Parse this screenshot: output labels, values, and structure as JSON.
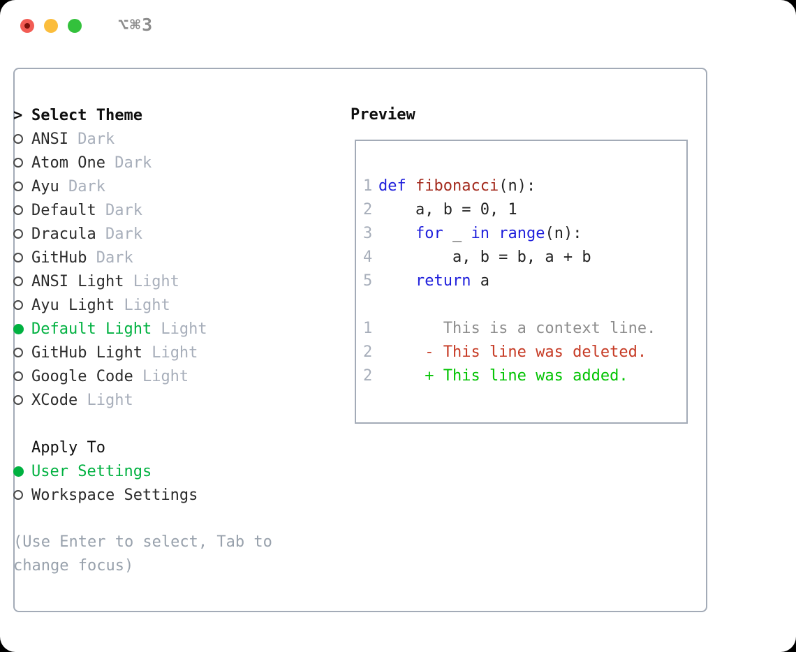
{
  "window": {
    "title": "⌥⌘3",
    "traffic_lights": [
      {
        "name": "close",
        "color": "#f25c54",
        "has_dot": true
      },
      {
        "name": "minimize",
        "color": "#fbbd3c",
        "has_dot": false
      },
      {
        "name": "zoom",
        "color": "#33c13c",
        "has_dot": false
      }
    ]
  },
  "theme_selector": {
    "focus_marker": ">",
    "heading": "Select Theme",
    "items": [
      {
        "name": "ANSI",
        "variant": "Dark",
        "selected": false
      },
      {
        "name": "Atom One",
        "variant": "Dark",
        "selected": false
      },
      {
        "name": "Ayu",
        "variant": "Dark",
        "selected": false
      },
      {
        "name": "Default",
        "variant": "Dark",
        "selected": false
      },
      {
        "name": "Dracula",
        "variant": "Dark",
        "selected": false
      },
      {
        "name": "GitHub",
        "variant": "Dark",
        "selected": false
      },
      {
        "name": "ANSI Light",
        "variant": "Light",
        "selected": false
      },
      {
        "name": "Ayu Light",
        "variant": "Light",
        "selected": false
      },
      {
        "name": "Default Light",
        "variant": "Light",
        "selected": true
      },
      {
        "name": "GitHub Light",
        "variant": "Light",
        "selected": false
      },
      {
        "name": "Google Code",
        "variant": "Light",
        "selected": false
      },
      {
        "name": "XCode",
        "variant": "Light",
        "selected": false
      }
    ]
  },
  "apply_to": {
    "heading": "Apply To",
    "options": [
      {
        "label": "User Settings",
        "selected": true
      },
      {
        "label": "Workspace Settings",
        "selected": false
      }
    ]
  },
  "hint": "(Use Enter to select, Tab to change focus)",
  "preview": {
    "heading": "Preview",
    "lines": [
      {
        "num": "1",
        "kind": "code",
        "parts": [
          {
            "t": "def",
            "c": "keyword"
          },
          {
            "t": " ",
            "c": "text"
          },
          {
            "t": "fibonacci",
            "c": "function"
          },
          {
            "t": "(n):",
            "c": "text"
          }
        ]
      },
      {
        "num": "2",
        "kind": "code",
        "parts": [
          {
            "t": "    a, b = 0, 1",
            "c": "text"
          }
        ]
      },
      {
        "num": "3",
        "kind": "code",
        "parts": [
          {
            "t": "    ",
            "c": "text"
          },
          {
            "t": "for",
            "c": "keyword"
          },
          {
            "t": " _ ",
            "c": "text"
          },
          {
            "t": "in",
            "c": "keyword"
          },
          {
            "t": " ",
            "c": "text"
          },
          {
            "t": "range",
            "c": "keyword"
          },
          {
            "t": "(n):",
            "c": "text"
          }
        ]
      },
      {
        "num": "4",
        "kind": "code",
        "parts": [
          {
            "t": "        a, b = b, a + b",
            "c": "text"
          }
        ]
      },
      {
        "num": "5",
        "kind": "code",
        "parts": [
          {
            "t": "    ",
            "c": "text"
          },
          {
            "t": "return",
            "c": "keyword"
          },
          {
            "t": " a",
            "c": "text"
          }
        ]
      },
      {
        "num": "",
        "kind": "blank",
        "parts": []
      },
      {
        "num": "1",
        "kind": "context",
        "parts": [
          {
            "t": "       This is a context line.",
            "c": "context"
          }
        ]
      },
      {
        "num": "2",
        "kind": "deleted",
        "parts": [
          {
            "t": "     - This line was deleted.",
            "c": "deleted"
          }
        ]
      },
      {
        "num": "2",
        "kind": "added",
        "parts": [
          {
            "t": "     + This line was added.",
            "c": "added"
          }
        ]
      }
    ]
  },
  "colors": {
    "selection_green": "#00b140",
    "variant_gray": "#a7aeba",
    "hint_gray": "#98a1ac",
    "border_gray": "#a3abb7",
    "title_gray": "#8c8c8c",
    "syntax": {
      "keyword": "#1f1fdc",
      "function": "#a3291c",
      "text": "#222222",
      "line_number": "#a7aeba",
      "context": "#8d8d8d",
      "deleted": "#c63a24",
      "added": "#00c300"
    }
  }
}
